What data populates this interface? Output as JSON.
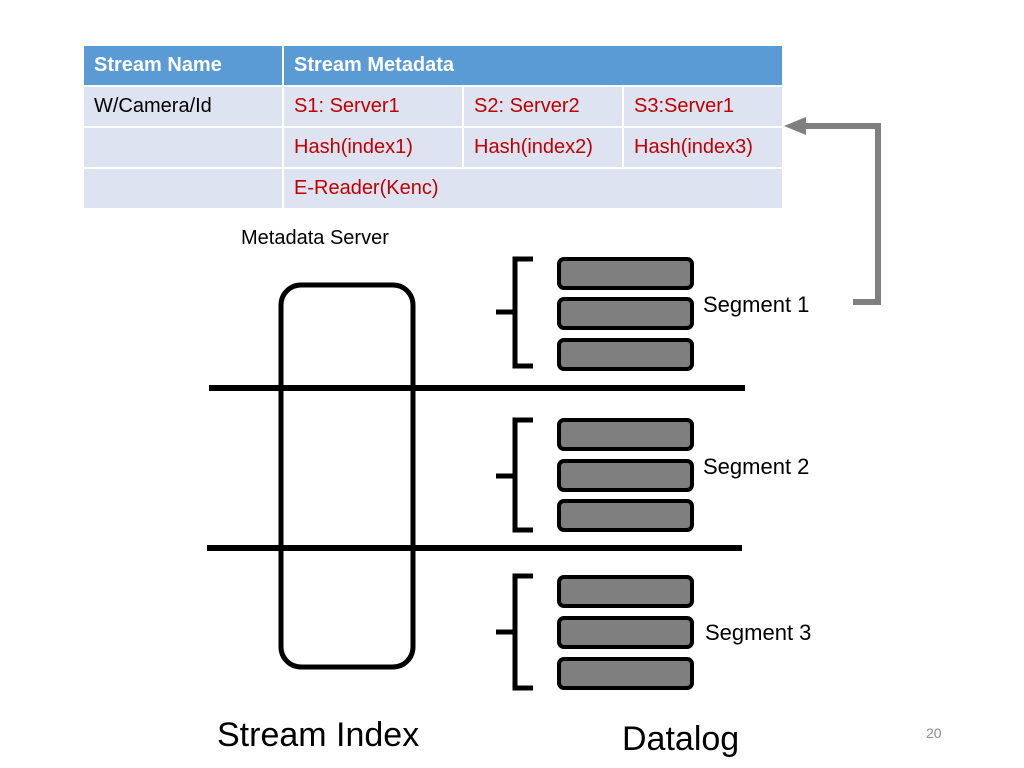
{
  "table": {
    "headers": [
      "Stream Name",
      "Stream Metadata"
    ],
    "rows": [
      [
        "W/Camera/Id",
        "S1: Server1",
        "S2: Server2",
        "S3:Server1"
      ],
      [
        "",
        "Hash(index1)",
        "Hash(index2)",
        "Hash(index3)"
      ],
      [
        "",
        "E-Reader(Kenc)"
      ]
    ]
  },
  "labels": {
    "metadata_server": "Metadata Server",
    "segment1": "Segment 1",
    "segment2": "Segment 2",
    "segment3": "Segment 3",
    "stream_index": "Stream Index",
    "datalog": "Datalog",
    "page_number": "20"
  },
  "colors": {
    "header_bg": "#5b9bd5",
    "cell_bg": "#dde3f0",
    "red_text": "#c00000",
    "block_fill": "#7f7f7f",
    "arrow": "#7f7f7f"
  }
}
